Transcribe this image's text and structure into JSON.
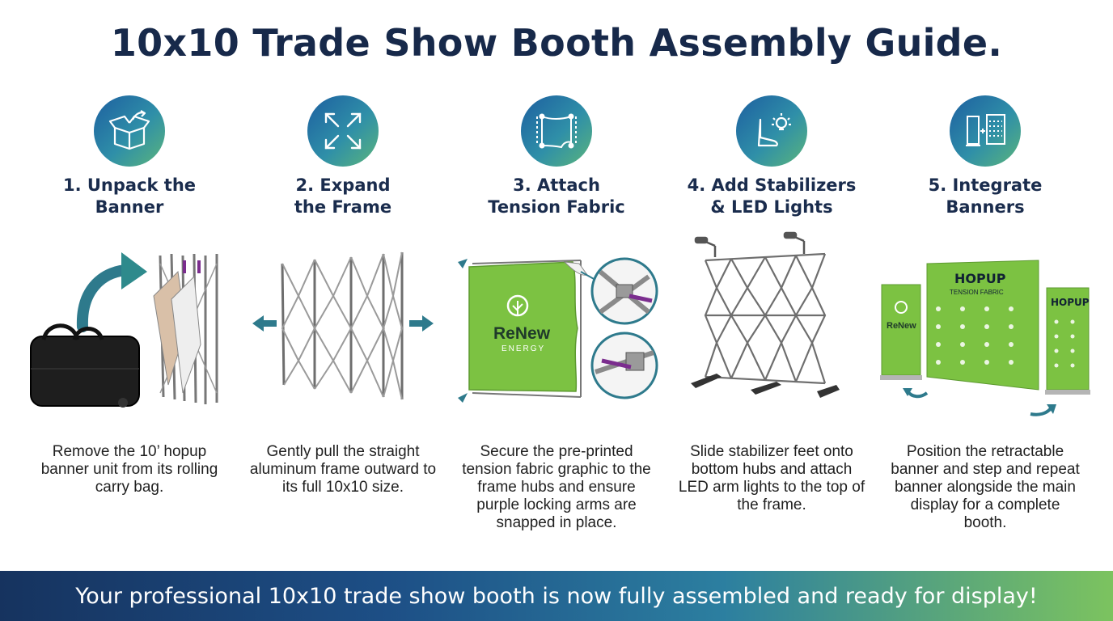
{
  "title": "10x10 Trade Show Booth Assembly Guide.",
  "steps": [
    {
      "heading": "1. Unpack the\nBanner",
      "icon": "open-box-icon",
      "description": "Remove the 10’ hopup banner unit from its rolling carry bag."
    },
    {
      "heading": "2. Expand\nthe Frame",
      "icon": "expand-arrows-icon",
      "description": "Gently pull the straight aluminum frame outward to its full 10x10 size."
    },
    {
      "heading": "3. Attach\nTension Fabric",
      "icon": "fabric-frame-icon",
      "description": "Secure the pre-printed tension fabric graphic to the frame hubs and ensure purple locking arms are snapped in place."
    },
    {
      "heading": "4. Add Stabilizers\n& LED Lights",
      "icon": "foot-and-bulb-icon",
      "description": "Slide stabilizer feet onto bottom hubs and attach LED arm lights to the top of the frame."
    },
    {
      "heading": "5. Integrate\nBanners",
      "icon": "banner-display-icon",
      "description": "Position the retractable banner and step and repeat banner alongside the main display for a complete booth."
    }
  ],
  "fabric_graphic": {
    "brand": "ReNew",
    "sub": "ENERGY"
  },
  "banners": {
    "main_title": "HOPUP",
    "main_sub": "TENSION FABRIC",
    "side_title": "HOPUP",
    "left_brand": "ReNew"
  },
  "footer": "Your professional 10x10 trade show booth is now fully assembled and ready for display!",
  "colors": {
    "title": "#17294a",
    "badge_start": "#1d5fa0",
    "badge_end": "#5bb57b",
    "fabric_green": "#7cc242",
    "lock_purple": "#7b2d8e",
    "arrow_teal": "#2e7a8c"
  }
}
